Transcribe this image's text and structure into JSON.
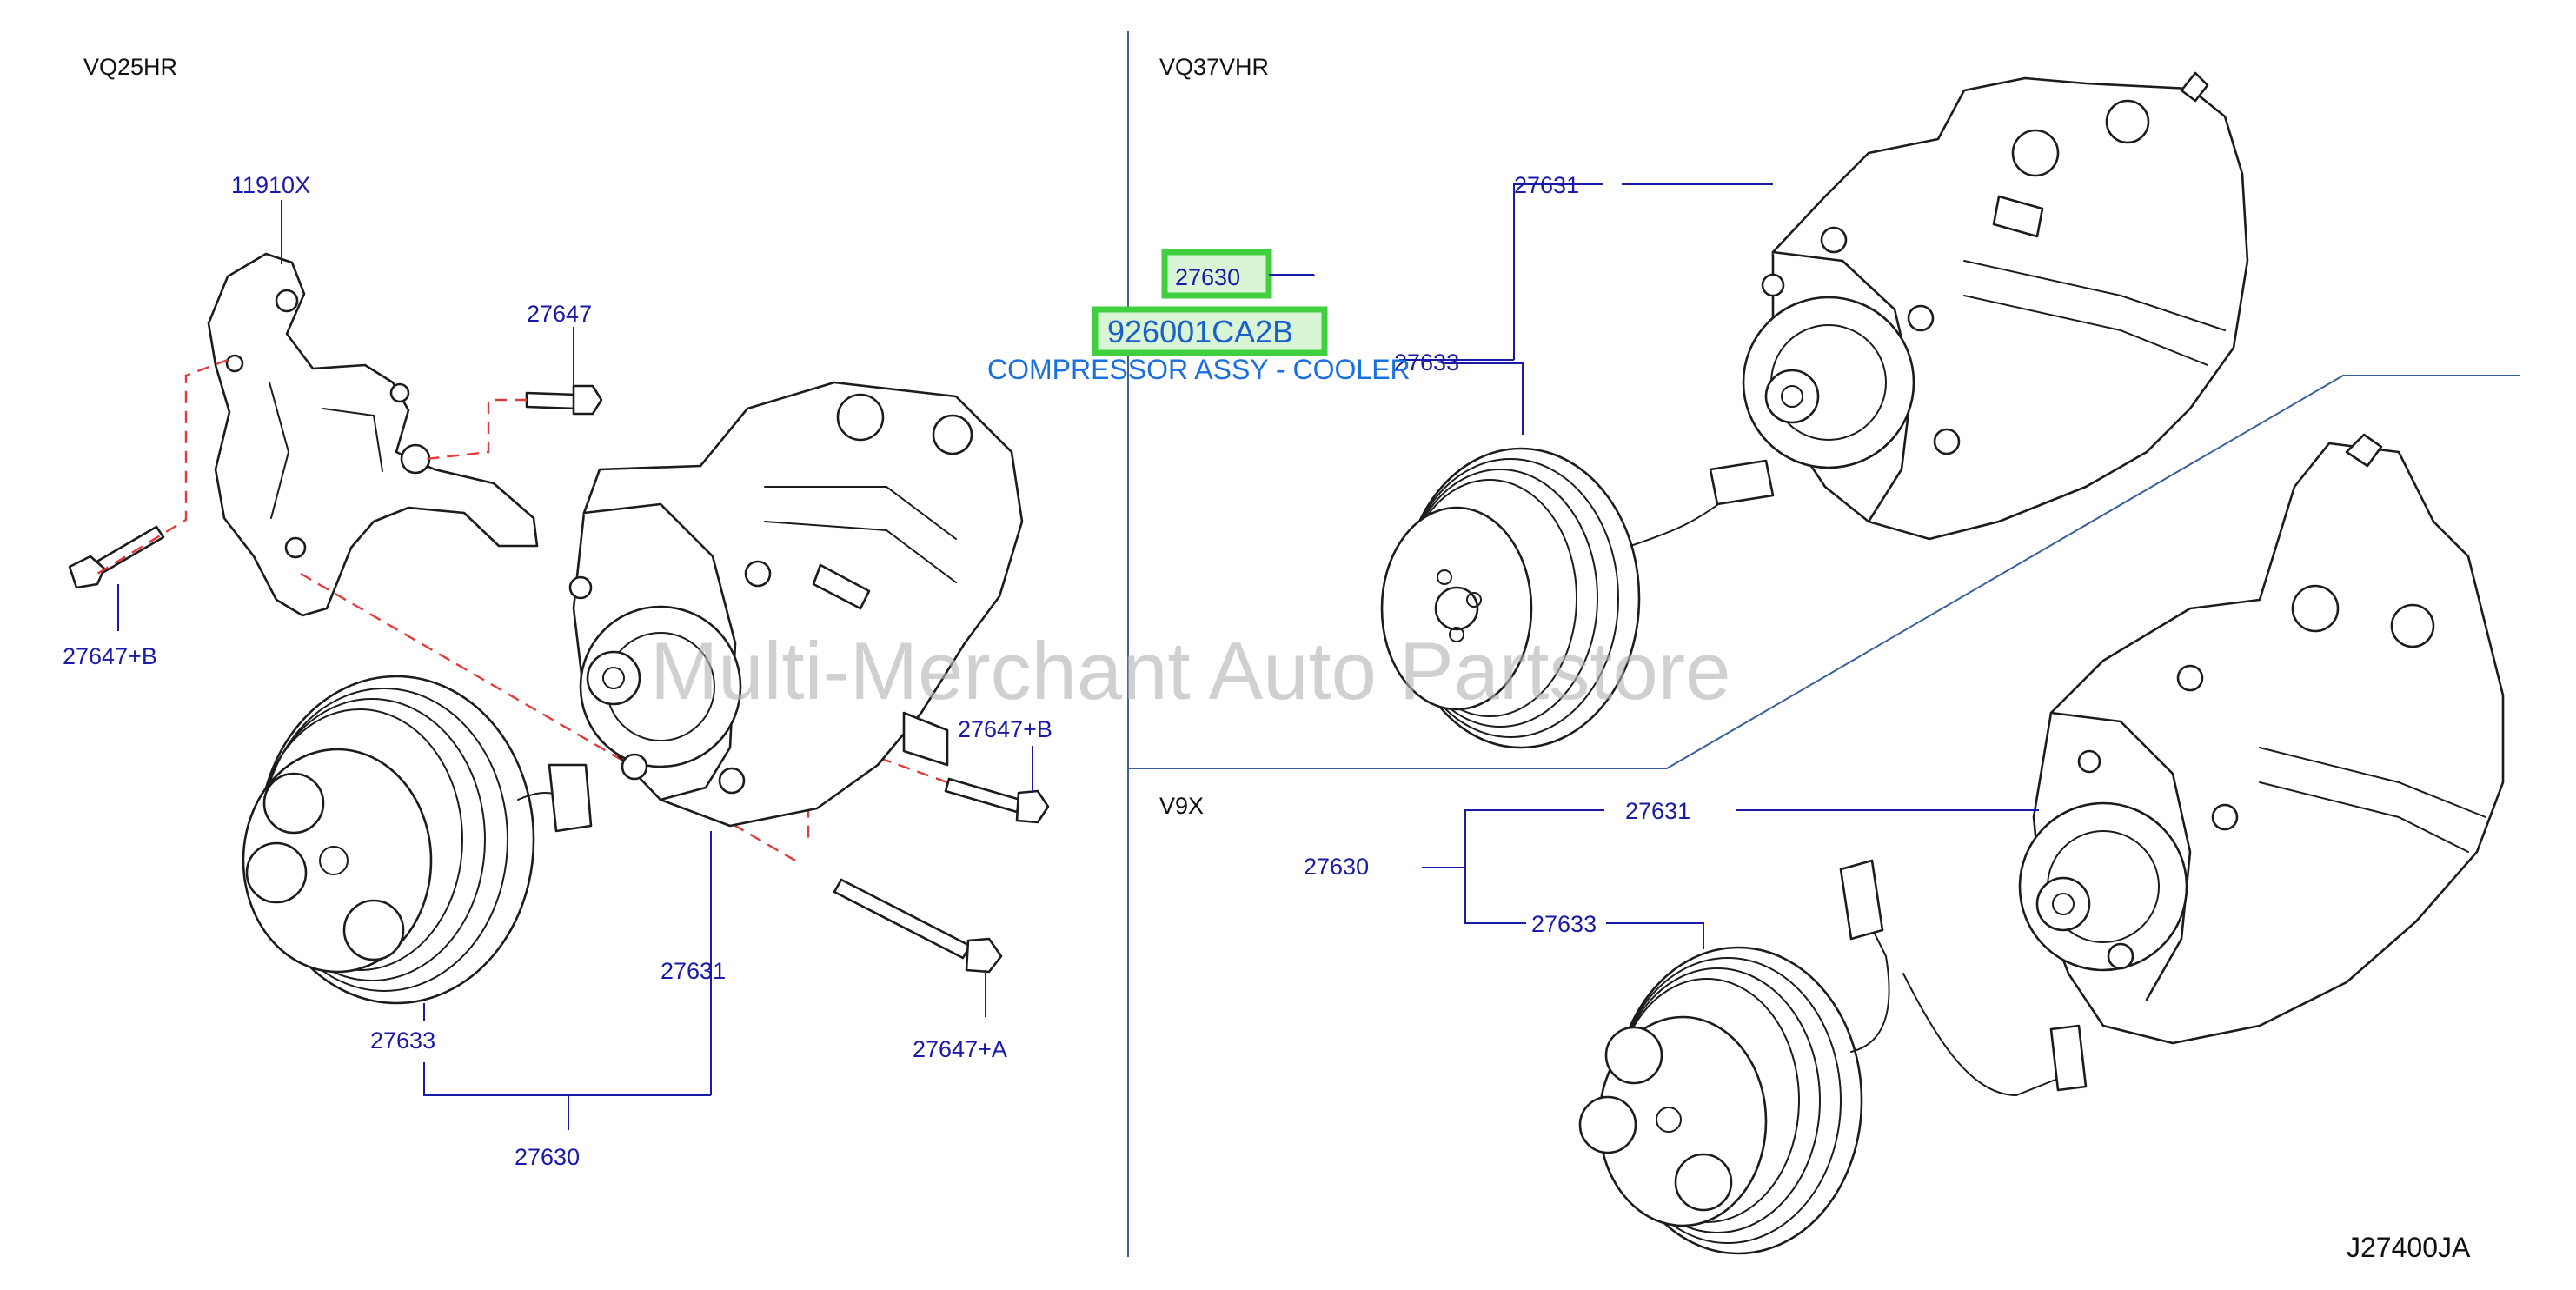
{
  "sections": {
    "left": "VQ25HR",
    "upper_right": "VQ37VHR",
    "lower_right": "V9X"
  },
  "callouts": {
    "left_bracket": "11910X",
    "left_bolt_top": "27647",
    "left_bolt_left": "27647+B",
    "left_bolt_right": "27647+B",
    "left_bolt_lower": "27647+A",
    "left_compressor": "27631",
    "left_clutch": "27633",
    "left_assy": "27630",
    "ur_compressor": "27631",
    "ur_assy": "27630",
    "ur_clutch": "27633",
    "lr_compressor": "27631",
    "lr_assy": "27630",
    "lr_clutch": "27633"
  },
  "highlight": {
    "part_number": "926001CA2B",
    "description": "COMPRESSOR ASSY - COOLER"
  },
  "watermark": "Multi-Merchant Auto Partstore",
  "diagram_code": "J27400JA",
  "colors": {
    "callout": "#1a1aa8",
    "divider": "#3a5f9a",
    "dashed_guide": "#e03c3c",
    "highlight_border": "#3fcf3f",
    "highlight_text": "#1a6fe0"
  }
}
